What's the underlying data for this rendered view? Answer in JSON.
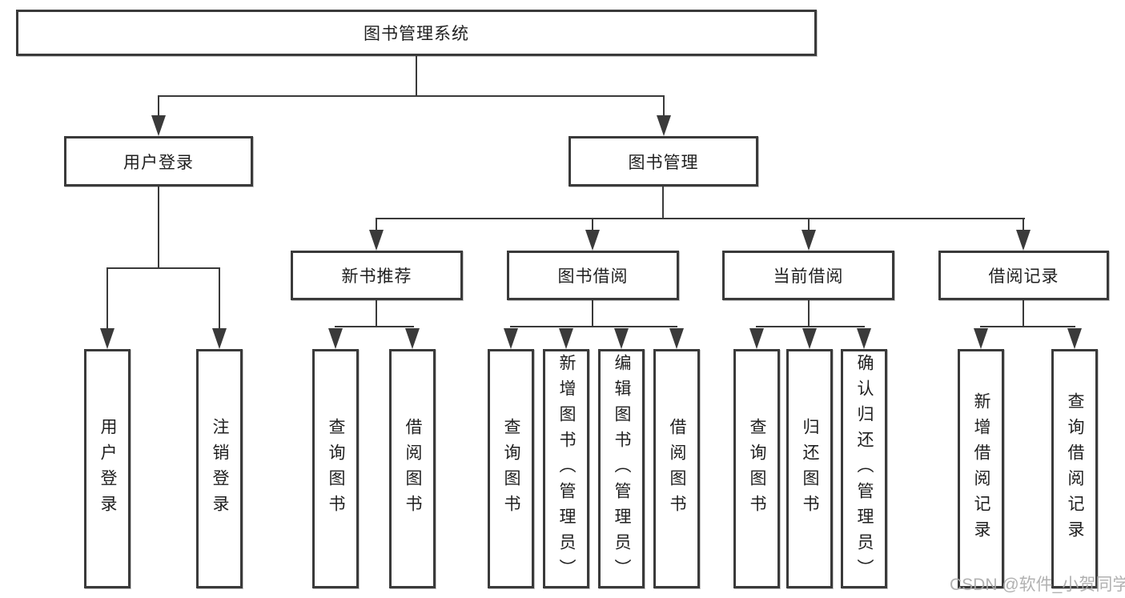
{
  "colors": {
    "line": "#3a3a3a",
    "box_border": "#3a3a3a",
    "text": "#1f1f1f",
    "background": "#ffffff",
    "watermark": "#a8a8a8"
  },
  "diagram": {
    "root": {
      "label": "图书管理系统"
    },
    "login": {
      "label": "用户登录",
      "children": [
        {
          "label": "用户登录"
        },
        {
          "label": "注销登录"
        }
      ]
    },
    "management": {
      "label": "图书管理",
      "groups": [
        {
          "label": "新书推荐",
          "children": [
            {
              "label": "查询图书"
            },
            {
              "label": "借阅图书"
            }
          ]
        },
        {
          "label": "图书借阅",
          "children": [
            {
              "label": "查询图书"
            },
            {
              "label": "新增图书（管理员）"
            },
            {
              "label": "编辑图书（管理员）"
            },
            {
              "label": "借阅图书"
            }
          ]
        },
        {
          "label": "当前借阅",
          "children": [
            {
              "label": "查询图书"
            },
            {
              "label": "归还图书"
            },
            {
              "label": "确认归还（管理员）"
            }
          ]
        },
        {
          "label": "借阅记录",
          "children": [
            {
              "label": "新增借阅记录"
            },
            {
              "label": "查询借阅记录"
            }
          ]
        }
      ]
    }
  },
  "watermark": {
    "text": "CSDN @软件_小贺同学"
  }
}
